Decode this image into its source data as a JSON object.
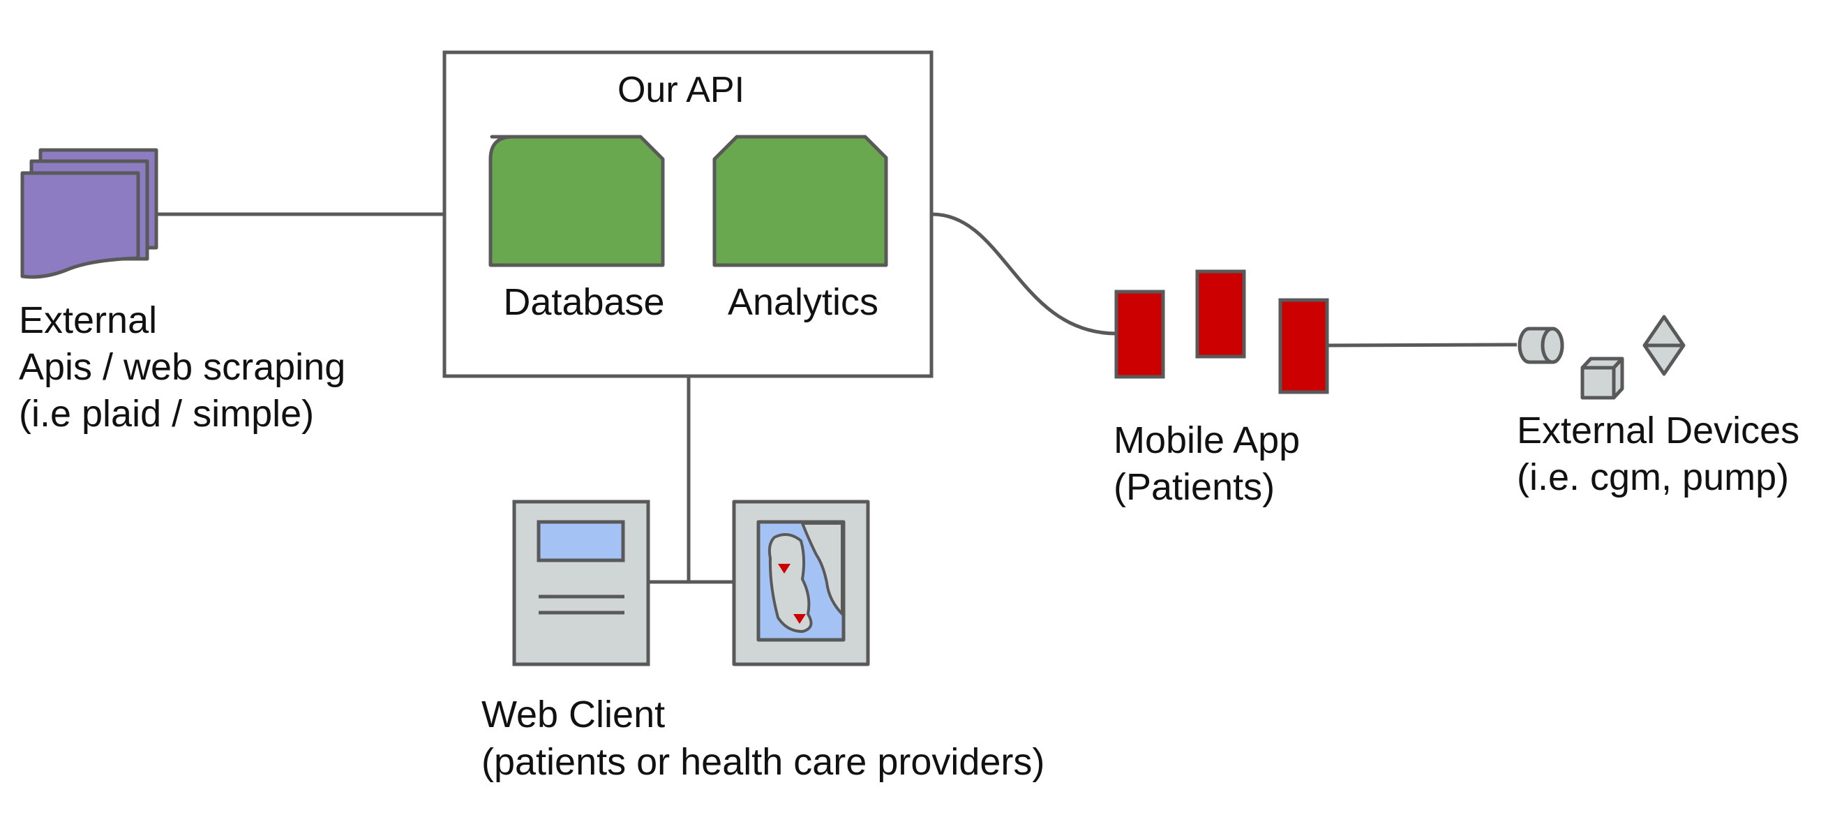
{
  "api_box": {
    "title": "Our API",
    "database_label": "Database",
    "analytics_label": "Analytics"
  },
  "external_apis": {
    "label_line1": "External",
    "label_line2": "Apis / web scraping",
    "label_line3": "(i.e plaid / simple)",
    "icon": "stacked-documents-icon"
  },
  "web_client": {
    "label_line1": "Web Client",
    "label_line2": "(patients or health care providers)",
    "icons": [
      "web-page-icon",
      "map-icon"
    ]
  },
  "mobile_app": {
    "label_line1": "Mobile App",
    "label_line2": "(Patients)",
    "icon": "mobile-devices-icon"
  },
  "external_devices": {
    "label_line1": "External Devices",
    "label_line2": "(i.e. cgm, pump)",
    "icons": [
      "cylinder-icon",
      "cube-icon",
      "diamond-icon"
    ]
  },
  "colors": {
    "stroke": "#595959",
    "green": "#6aa84f",
    "purple": "#8e7cc3",
    "red": "#cc0000",
    "gray": "#d0d5d5",
    "light_blue": "#a4c2f4"
  }
}
